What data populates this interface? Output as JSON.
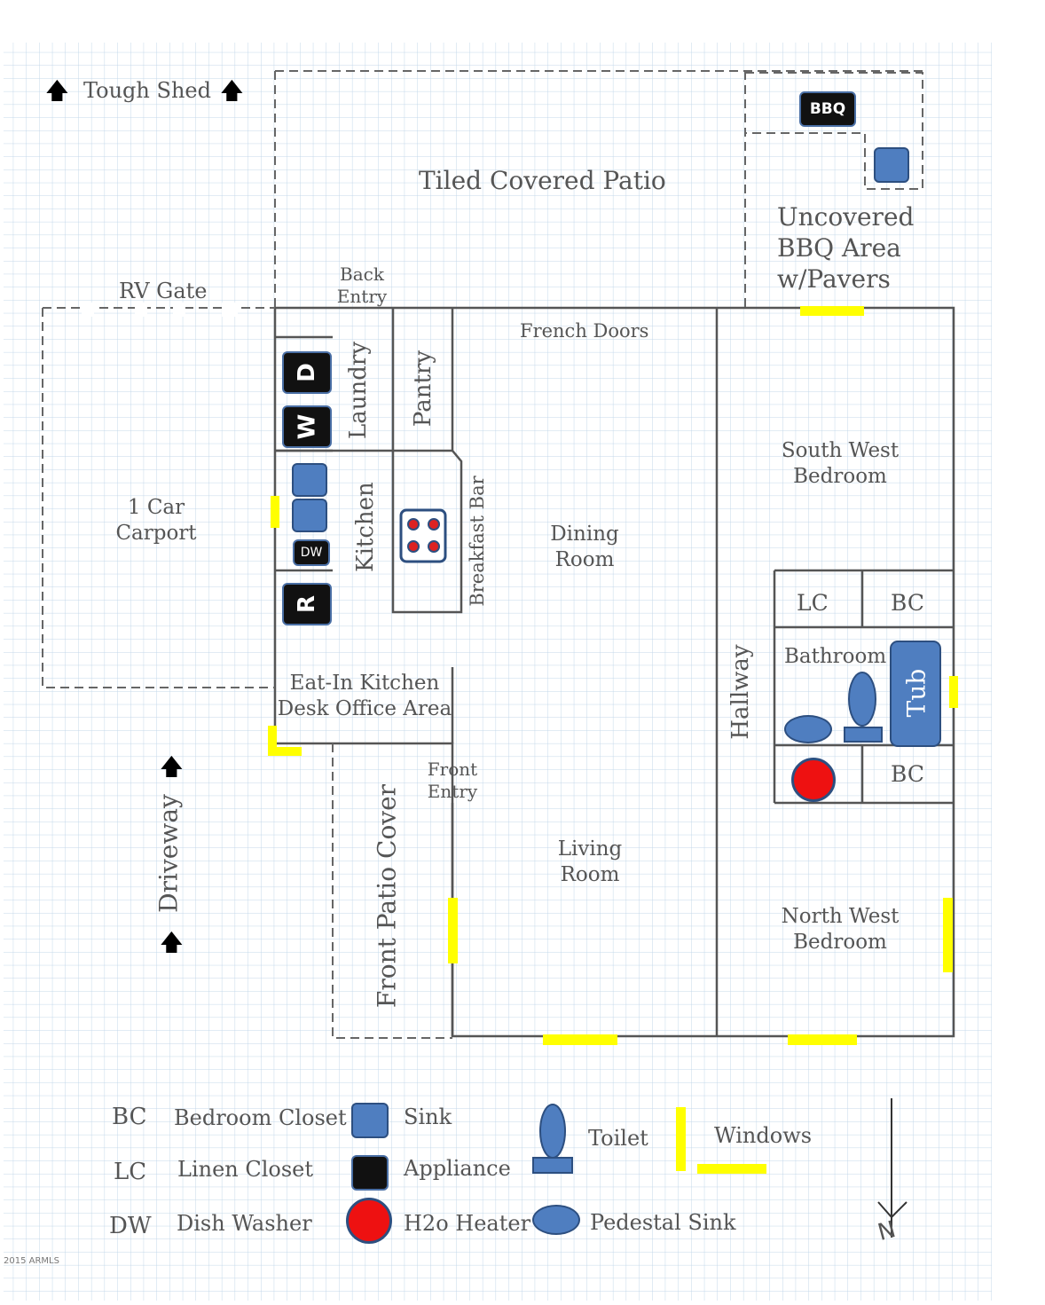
{
  "colors": {
    "window": "#ffff00",
    "sink": "#4f7ec0",
    "heater": "#ee1111",
    "appliance": "#111111",
    "wall": "#555555",
    "grid": "#bcd3e8"
  },
  "outside": {
    "tough_shed": "Tough Shed",
    "tiled_patio": "Tiled Covered Patio",
    "uncovered_bbq": [
      "Uncovered",
      "BBQ Area",
      "w/Pavers"
    ],
    "bbq": "BBQ",
    "rv_gate": "RV Gate",
    "back_entry": [
      "Back",
      "Entry"
    ],
    "carport": [
      "1 Car",
      "Carport"
    ],
    "driveway": "Driveway",
    "front_patio": "Front Patio Cover"
  },
  "rooms": {
    "laundry": "Laundry",
    "pantry": "Pantry",
    "french_doors": "French Doors",
    "kitchen": "Kitchen",
    "breakfast_bar": "Breakfast Bar",
    "dining": [
      "Dining",
      "Room"
    ],
    "eat_in": [
      "Eat-In Kitchen",
      "Desk Office Area"
    ],
    "front_entry": [
      "Front",
      "Entry"
    ],
    "living": [
      "Living",
      "Room"
    ],
    "hallway": "Hallway",
    "sw_bedroom": [
      "South West",
      "Bedroom"
    ],
    "lc": "LC",
    "bc_top": "BC",
    "bathroom": "Bathroom",
    "tub": "Tub",
    "bc_bottom": "BC",
    "nw_bedroom": [
      "North West",
      "Bedroom"
    ]
  },
  "appliances": {
    "dryer": "D",
    "washer": "W",
    "dishwasher": "DW",
    "refrigerator": "R"
  },
  "legend": {
    "bc_abbr": "BC",
    "bc_text": "Bedroom Closet",
    "lc_abbr": "LC",
    "lc_text": "Linen Closet",
    "dw_abbr": "DW",
    "dw_text": "Dish Washer",
    "sink": "Sink",
    "appliance": "Appliance",
    "heater": "H2o Heater",
    "toilet": "Toilet",
    "pedestal": "Pedestal Sink",
    "windows": "Windows"
  },
  "compass": "N",
  "watermark": "2015 ARMLS"
}
